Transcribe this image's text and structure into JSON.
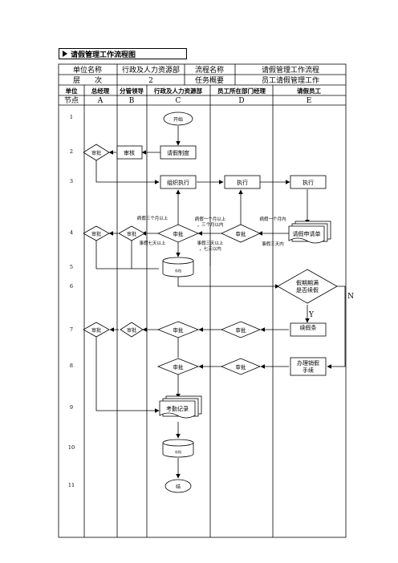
{
  "title": "请假管理工作流程图",
  "info": {
    "unit_label": "单位名称",
    "unit_value": "行政及人力资源部",
    "flow_label": "流程名称",
    "flow_value": "请假管理工作流程",
    "level_label": "层　　次",
    "level_value": "2",
    "summary_label": "任务概要",
    "summary_value": "员工请假管理工作"
  },
  "columns": {
    "unit_header": "单位",
    "node_header": "节点",
    "names": [
      "总经理",
      "分管领导",
      "行政及人力资源部",
      "员工所在部门经理",
      "请假员工"
    ],
    "letters": [
      "A",
      "B",
      "C",
      "D",
      "E"
    ]
  },
  "rows": [
    "1",
    "2",
    "3",
    "4",
    "5",
    "6",
    "7",
    "8",
    "9",
    "10",
    "11"
  ],
  "shapes": {
    "start": "开始",
    "approve": "审批",
    "review": "审核",
    "leave_policy": "请假制度",
    "organize": "组织执行",
    "execute": "执行",
    "leave_form": "请假申请单",
    "archive": "存档",
    "expired_q": "假期期满是否续假",
    "extend_form": "续假条",
    "cancel_leave": "办理销假手续",
    "attendance": "考勤记录",
    "end": "结"
  },
  "labels": {
    "sick_over_3m": "病假三个月以上",
    "sick_1m_3m": "病假一个月以上，三个月以内",
    "sick_within_1m": "病假一个月内",
    "personal_over_7d": "事假七天以上",
    "personal_3d_7d": "事假三天以上，七天以内",
    "personal_within_3d": "事假三天内",
    "no": "N",
    "yes": "Y"
  }
}
